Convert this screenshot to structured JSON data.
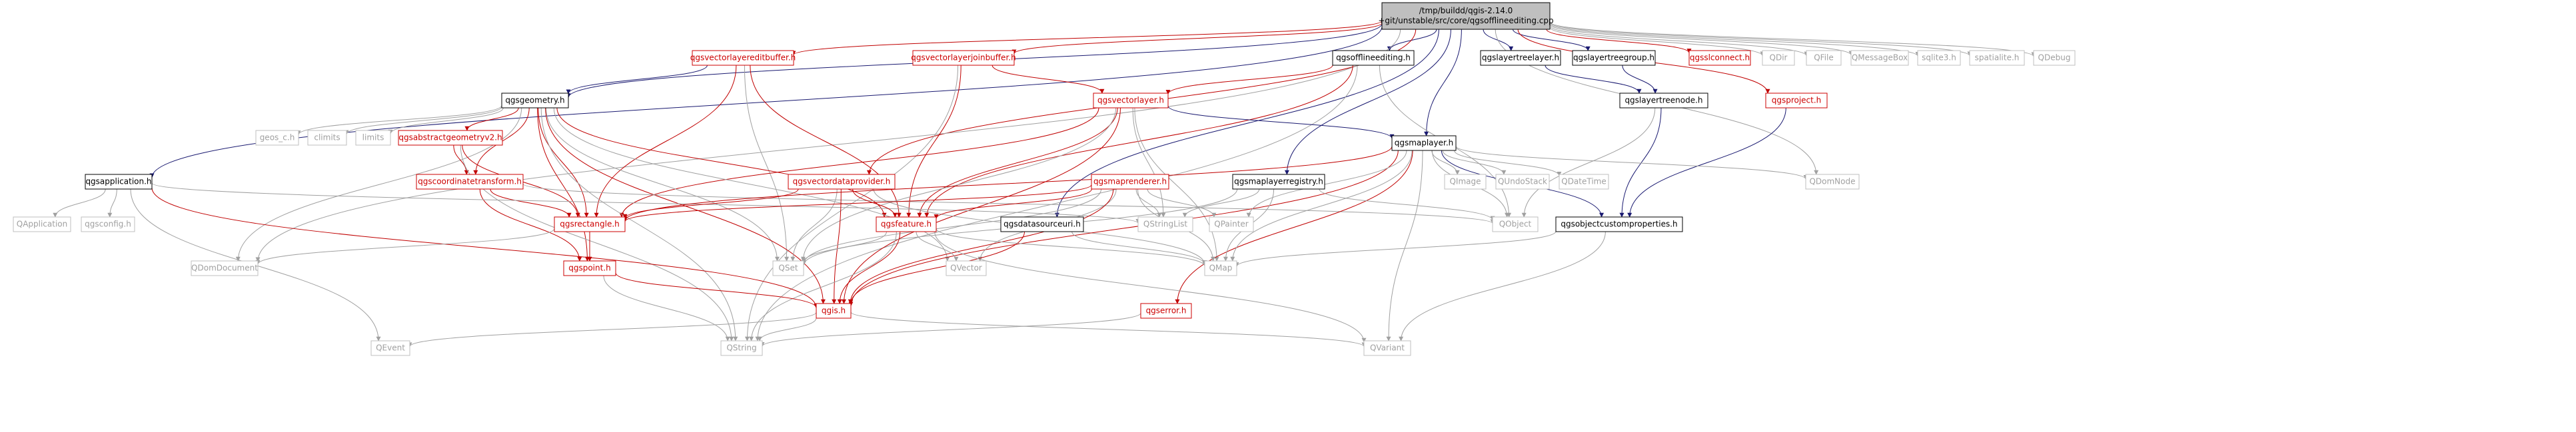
{
  "colors": {
    "root_fill": "#bfbfbf",
    "edge_blue": "#191970",
    "edge_red": "#c00000",
    "edge_gray": "#a0a0a0",
    "text_black": "#000000",
    "text_red": "#cc0000",
    "text_gray": "#a0a0a0",
    "box_black": "#000000",
    "box_red": "#cc0000",
    "box_gray": "#bfbfbf"
  },
  "graph": {
    "nodes": [
      {
        "id": "root",
        "style": "root",
        "lines": [
          "/tmp/buildd/qgis-2.14.0",
          "+git/unstable/src/core/qgsofflineediting.cpp"
        ]
      },
      {
        "id": "qgsapplication",
        "style": "black",
        "lines": [
          "qgsapplication.h"
        ]
      },
      {
        "id": "qgsvectorlayereditbuffer",
        "style": "red",
        "lines": [
          "qgsvectorlayereditbuffer.h"
        ]
      },
      {
        "id": "qgsvectorlayerjoinbuffer",
        "style": "red",
        "lines": [
          "qgsvectorlayerjoinbuffer.h"
        ]
      },
      {
        "id": "qgsofflineediting",
        "style": "black",
        "lines": [
          "qgsofflineediting.h"
        ]
      },
      {
        "id": "qgslayertreelayer",
        "style": "black",
        "lines": [
          "qgslayertreelayer.h"
        ]
      },
      {
        "id": "qgslayertreegroup",
        "style": "black",
        "lines": [
          "qgslayertreegroup.h"
        ]
      },
      {
        "id": "qgslayertreenode",
        "style": "black",
        "lines": [
          "qgslayertreenode.h"
        ]
      },
      {
        "id": "qgsslconnect",
        "style": "red",
        "lines": [
          "qgsslconnect.h"
        ]
      },
      {
        "id": "qgsproject",
        "style": "red",
        "lines": [
          "qgsproject.h"
        ]
      },
      {
        "id": "QDir",
        "style": "gray",
        "lines": [
          "QDir"
        ]
      },
      {
        "id": "QFile",
        "style": "gray",
        "lines": [
          "QFile"
        ]
      },
      {
        "id": "QMessageBox",
        "style": "gray",
        "lines": [
          "QMessageBox"
        ]
      },
      {
        "id": "sqlite3",
        "style": "gray",
        "lines": [
          "sqlite3.h"
        ]
      },
      {
        "id": "spatialite",
        "style": "gray",
        "lines": [
          "spatialite.h"
        ]
      },
      {
        "id": "QDebug",
        "style": "gray",
        "lines": [
          "QDebug"
        ]
      },
      {
        "id": "qgsgeometry",
        "style": "black",
        "lines": [
          "qgsgeometry.h"
        ]
      },
      {
        "id": "qgsvectorlayer",
        "style": "red",
        "lines": [
          "qgsvectorlayer.h"
        ]
      },
      {
        "id": "qgsmaplayer",
        "style": "black",
        "lines": [
          "qgsmaplayer.h"
        ]
      },
      {
        "id": "geos_c",
        "style": "gray",
        "lines": [
          "geos_c.h"
        ]
      },
      {
        "id": "climits",
        "style": "gray",
        "lines": [
          "climits"
        ]
      },
      {
        "id": "limits",
        "style": "gray",
        "lines": [
          "limits"
        ]
      },
      {
        "id": "qgsabstractgeometryv2",
        "style": "red",
        "lines": [
          "qgsabstractgeometryv2.h"
        ]
      },
      {
        "id": "qgscoordinatetransform",
        "style": "red",
        "lines": [
          "qgscoordinatetransform.h"
        ]
      },
      {
        "id": "qgsvectordataprovider",
        "style": "red",
        "lines": [
          "qgsvectordataprovider.h"
        ]
      },
      {
        "id": "qgsmaprenderer",
        "style": "red",
        "lines": [
          "qgsmaprenderer.h"
        ]
      },
      {
        "id": "qgsmaplayerregistry",
        "style": "black",
        "lines": [
          "qgsmaplayerregistry.h"
        ]
      },
      {
        "id": "QImage",
        "style": "gray",
        "lines": [
          "QImage"
        ]
      },
      {
        "id": "QUndoStack",
        "style": "gray",
        "lines": [
          "QUndoStack"
        ]
      },
      {
        "id": "QDateTime",
        "style": "gray",
        "lines": [
          "QDateTime"
        ]
      },
      {
        "id": "QDomNode",
        "style": "gray",
        "lines": [
          "QDomNode"
        ]
      },
      {
        "id": "QApplication",
        "style": "gray",
        "lines": [
          "QApplication"
        ]
      },
      {
        "id": "qgsconfig",
        "style": "gray",
        "lines": [
          "qgsconfig.h"
        ]
      },
      {
        "id": "qgsrectangle",
        "style": "red",
        "lines": [
          "qgsrectangle.h"
        ]
      },
      {
        "id": "qgsfeature",
        "style": "red",
        "lines": [
          "qgsfeature.h"
        ]
      },
      {
        "id": "qgsdatasourceuri",
        "style": "black",
        "lines": [
          "qgsdatasourceuri.h"
        ]
      },
      {
        "id": "QPainter",
        "style": "gray",
        "lines": [
          "QPainter"
        ]
      },
      {
        "id": "QStringList",
        "style": "gray",
        "lines": [
          "QStringList"
        ]
      },
      {
        "id": "QObject",
        "style": "gray",
        "lines": [
          "QObject"
        ]
      },
      {
        "id": "qgsobjectcustomproperties",
        "style": "black",
        "lines": [
          "qgsobjectcustomproperties.h"
        ]
      },
      {
        "id": "QDomDocument",
        "style": "gray",
        "lines": [
          "QDomDocument"
        ]
      },
      {
        "id": "qgspoint",
        "style": "red",
        "lines": [
          "qgspoint.h"
        ]
      },
      {
        "id": "QSet",
        "style": "gray",
        "lines": [
          "QSet"
        ]
      },
      {
        "id": "QVector",
        "style": "gray",
        "lines": [
          "QVector"
        ]
      },
      {
        "id": "QMap",
        "style": "gray",
        "lines": [
          "QMap"
        ]
      },
      {
        "id": "qgis",
        "style": "red",
        "lines": [
          "qgis.h"
        ]
      },
      {
        "id": "qgserror",
        "style": "red",
        "lines": [
          "qgserror.h"
        ]
      },
      {
        "id": "QEvent",
        "style": "gray",
        "lines": [
          "QEvent"
        ]
      },
      {
        "id": "QString",
        "style": "gray",
        "lines": [
          "QString"
        ]
      },
      {
        "id": "QVariant",
        "style": "gray",
        "lines": [
          "QVariant"
        ]
      }
    ],
    "edges": [
      [
        "root",
        "qgsapplication"
      ],
      [
        "root",
        "qgsvectorlayereditbuffer"
      ],
      [
        "root",
        "qgsvectorlayerjoinbuffer"
      ],
      [
        "root",
        "qgsofflineediting"
      ],
      [
        "root",
        "qgslayertreelayer"
      ],
      [
        "root",
        "qgslayertreegroup"
      ],
      [
        "root",
        "qgsslconnect"
      ],
      [
        "root",
        "qgsproject"
      ],
      [
        "root",
        "QDir"
      ],
      [
        "root",
        "QFile"
      ],
      [
        "root",
        "QMessageBox"
      ],
      [
        "root",
        "sqlite3"
      ],
      [
        "root",
        "spatialite"
      ],
      [
        "root",
        "QDebug"
      ],
      [
        "root",
        "qgsgeometry"
      ],
      [
        "root",
        "qgsvectordataprovider"
      ],
      [
        "root",
        "qgsmaplayer"
      ],
      [
        "root",
        "qgsmaplayerregistry"
      ],
      [
        "root",
        "qgsdatasourceuri"
      ],
      [
        "root",
        "QDomDocument"
      ],
      [
        "root",
        "QDomNode"
      ],
      [
        "qgsvectorlayereditbuffer",
        "qgsgeometry"
      ],
      [
        "qgsvectorlayereditbuffer",
        "qgsfeature"
      ],
      [
        "qgsvectorlayereditbuffer",
        "qgsrectangle"
      ],
      [
        "qgsvectorlayereditbuffer",
        "QSet"
      ],
      [
        "qgsvectorlayerjoinbuffer",
        "qgsvectorlayer"
      ],
      [
        "qgsvectorlayerjoinbuffer",
        "qgsfeature"
      ],
      [
        "qgsvectorlayerjoinbuffer",
        "QString"
      ],
      [
        "qgsofflineediting",
        "qgsvectorlayer"
      ],
      [
        "qgsofflineediting",
        "qgsfeature"
      ],
      [
        "qgsofflineediting",
        "QObject"
      ],
      [
        "qgsofflineediting",
        "QString"
      ],
      [
        "qgslayertreelayer",
        "qgslayertreenode"
      ],
      [
        "qgslayertreegroup",
        "qgslayertreenode"
      ],
      [
        "qgslayertreenode",
        "QObject"
      ],
      [
        "qgslayertreenode",
        "qgsobjectcustomproperties"
      ],
      [
        "qgsproject",
        "qgsobjectcustomproperties"
      ],
      [
        "qgsvectorlayer",
        "qgsmaplayer"
      ],
      [
        "qgsvectorlayer",
        "qgsfeature"
      ],
      [
        "qgsvectorlayer",
        "QSet"
      ],
      [
        "qgsvectorlayer",
        "QStringList"
      ],
      [
        "qgsvectorlayer",
        "qgis"
      ],
      [
        "qgsvectorlayer",
        "QMap"
      ],
      [
        "qgsvectorlayer",
        "qgsrectangle"
      ],
      [
        "qgsgeometry",
        "geos_c"
      ],
      [
        "qgsgeometry",
        "climits"
      ],
      [
        "qgsgeometry",
        "limits"
      ],
      [
        "qgsgeometry",
        "qgsabstractgeometryv2"
      ],
      [
        "qgsgeometry",
        "qgscoordinatetransform"
      ],
      [
        "qgsgeometry",
        "qgsfeature"
      ],
      [
        "qgsgeometry",
        "qgspoint"
      ],
      [
        "qgsgeometry",
        "QDomDocument"
      ],
      [
        "qgsgeometry",
        "QSet"
      ],
      [
        "qgsgeometry",
        "QVector"
      ],
      [
        "qgsgeometry",
        "qgis"
      ],
      [
        "qgsgeometry",
        "qgsrectangle"
      ],
      [
        "qgsgeometry",
        "QString"
      ],
      [
        "qgsabstractgeometryv2",
        "qgscoordinatetransform"
      ],
      [
        "qgsabstractgeometryv2",
        "qgsrectangle"
      ],
      [
        "qgsabstractgeometryv2",
        "QString"
      ],
      [
        "qgscoordinatetransform",
        "qgsrectangle"
      ],
      [
        "qgscoordinatetransform",
        "qgspoint"
      ],
      [
        "qgscoordinatetransform",
        "QObject"
      ],
      [
        "qgsapplication",
        "QApplication"
      ],
      [
        "qgsapplication",
        "qgsconfig"
      ],
      [
        "qgsapplication",
        "QEvent"
      ],
      [
        "qgsapplication",
        "QStringList"
      ],
      [
        "qgsapplication",
        "qgis"
      ],
      [
        "qgsvectordataprovider",
        "qgsfeature"
      ],
      [
        "qgsvectordataprovider",
        "qgsrectangle"
      ],
      [
        "qgsvectordataprovider",
        "QSet"
      ],
      [
        "qgsvectordataprovider",
        "QMap"
      ],
      [
        "qgsvectordataprovider",
        "qgis"
      ],
      [
        "qgsmaplayer",
        "qgsrectangle"
      ],
      [
        "qgsmaplayer",
        "QImage"
      ],
      [
        "qgsmaplayer",
        "QUndoStack"
      ],
      [
        "qgsmaplayer",
        "QDateTime"
      ],
      [
        "qgsmaplayer",
        "QDomNode"
      ],
      [
        "qgsmaplayer",
        "QObject"
      ],
      [
        "qgsmaplayer",
        "qgsobjectcustomproperties"
      ],
      [
        "qgsmaplayer",
        "qgis"
      ],
      [
        "qgsmaplayer",
        "qgserror"
      ],
      [
        "qgsmaplayer",
        "QMap"
      ],
      [
        "qgsmaplayer",
        "QVariant"
      ],
      [
        "qgsmaplayer",
        "QPainter"
      ],
      [
        "qgsmaprenderer",
        "qgsrectangle"
      ],
      [
        "qgsmaprenderer",
        "qgsfeature"
      ],
      [
        "qgsmaprenderer",
        "QPainter"
      ],
      [
        "qgsmaprenderer",
        "QStringList"
      ],
      [
        "qgsmaprenderer",
        "QVector"
      ],
      [
        "qgsmaprenderer",
        "QMap"
      ],
      [
        "qgsmaprenderer",
        "qgis"
      ],
      [
        "qgsmaprenderer",
        "QSet"
      ],
      [
        "qgsmaplayerregistry",
        "QStringList"
      ],
      [
        "qgsmaplayerregistry",
        "QMap"
      ],
      [
        "qgsmaplayerregistry",
        "QObject"
      ],
      [
        "qgsmaplayerregistry",
        "QSet"
      ],
      [
        "qgsdatasourceuri",
        "qgis"
      ],
      [
        "qgsdatasourceuri",
        "QMap"
      ],
      [
        "qgsrectangle",
        "qgspoint"
      ],
      [
        "qgsrectangle",
        "QDomDocument"
      ],
      [
        "qgsfeature",
        "QMap"
      ],
      [
        "qgsfeature",
        "QVector"
      ],
      [
        "qgsfeature",
        "QSet"
      ],
      [
        "qgsfeature",
        "qgis"
      ],
      [
        "qgsfeature",
        "QString"
      ],
      [
        "qgsfeature",
        "QVariant"
      ],
      [
        "qgsobjectcustomproperties",
        "QVariant"
      ],
      [
        "qgsobjectcustomproperties",
        "QMap"
      ],
      [
        "qgspoint",
        "qgis"
      ],
      [
        "qgspoint",
        "QString"
      ],
      [
        "qgis",
        "QEvent"
      ],
      [
        "qgis",
        "QString"
      ],
      [
        "qgis",
        "QVariant"
      ],
      [
        "qgserror",
        "QString"
      ]
    ]
  }
}
